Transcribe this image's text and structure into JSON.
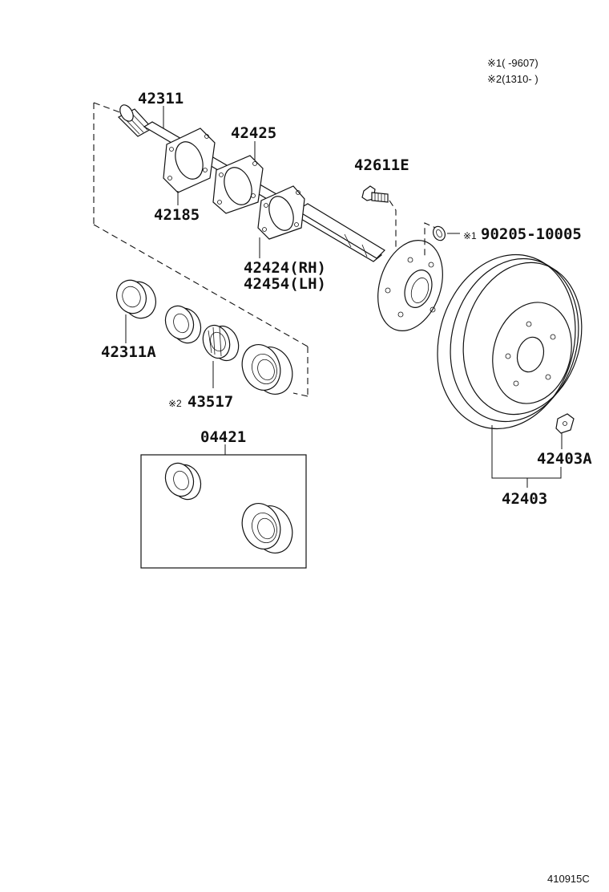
{
  "notes": {
    "note1": "※1(     -9607)",
    "note2": "※2(1310-      )"
  },
  "parts": {
    "p42311": "42311",
    "p42425": "42425",
    "p42185": "42185",
    "p42611E": "42611E",
    "p42424": "42424(RH)",
    "p42454": "42454(LH)",
    "p90205_mark": "※1",
    "p90205": "90205-10005",
    "p42311A": "42311A",
    "p43517_mark": "※2",
    "p43517": "43517",
    "p04421": "04421",
    "p42403A": "42403A",
    "p42403": "42403"
  },
  "footer": {
    "code": "410915C"
  }
}
